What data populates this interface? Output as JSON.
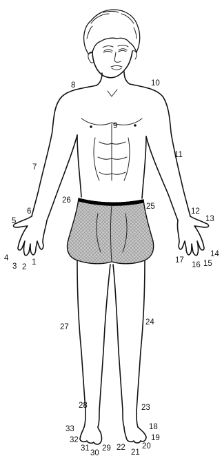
{
  "labels": [
    {
      "id": "1",
      "text": "1"
    },
    {
      "id": "2",
      "text": "2"
    },
    {
      "id": "3",
      "text": "3"
    },
    {
      "id": "4",
      "text": "4"
    },
    {
      "id": "5",
      "text": "5"
    },
    {
      "id": "6",
      "text": "6"
    },
    {
      "id": "7",
      "text": "7"
    },
    {
      "id": "8",
      "text": "8"
    },
    {
      "id": "9",
      "text": "9"
    },
    {
      "id": "10",
      "text": "10"
    },
    {
      "id": "11",
      "text": "11"
    },
    {
      "id": "12",
      "text": "12"
    },
    {
      "id": "13",
      "text": "13"
    },
    {
      "id": "14",
      "text": "14"
    },
    {
      "id": "15",
      "text": "15"
    },
    {
      "id": "16",
      "text": "16"
    },
    {
      "id": "17",
      "text": "17"
    },
    {
      "id": "18",
      "text": "18"
    },
    {
      "id": "19",
      "text": "19"
    },
    {
      "id": "20",
      "text": "20"
    },
    {
      "id": "21",
      "text": "21"
    },
    {
      "id": "22",
      "text": "22"
    },
    {
      "id": "23",
      "text": "23"
    },
    {
      "id": "24",
      "text": "24"
    },
    {
      "id": "25",
      "text": "25"
    },
    {
      "id": "26",
      "text": "26"
    },
    {
      "id": "27",
      "text": "27"
    },
    {
      "id": "28",
      "text": "28"
    },
    {
      "id": "29",
      "text": "29"
    },
    {
      "id": "30",
      "text": "30"
    },
    {
      "id": "31",
      "text": "31"
    },
    {
      "id": "32",
      "text": "32"
    },
    {
      "id": "33",
      "text": "33"
    }
  ]
}
